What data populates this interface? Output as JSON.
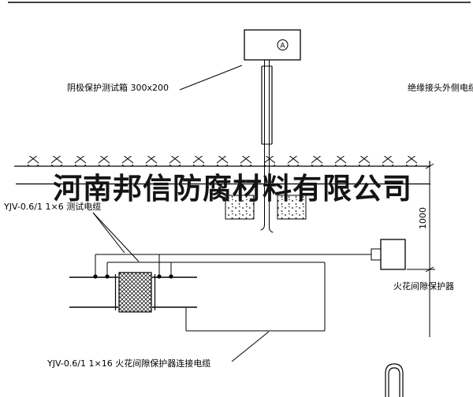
{
  "colors": {
    "line": "#000000",
    "background": "#ffffff"
  },
  "watermark": {
    "text": "河南邦信防腐材料有限公司"
  },
  "test_box": {
    "meter_label": "A"
  },
  "labels": {
    "test_box": "阴极保护测试箱 300x200",
    "joint_outer_cable": "绝缘接头外侧电缆",
    "test_cable": "YJV-0.6/1 1×6  测试电缆",
    "spark_gap": "火花间隙保护器",
    "spark_gap_cable": "YJV-0.6/1 1×16  火花间隙保护器连接电缆",
    "dimension": "1000"
  }
}
